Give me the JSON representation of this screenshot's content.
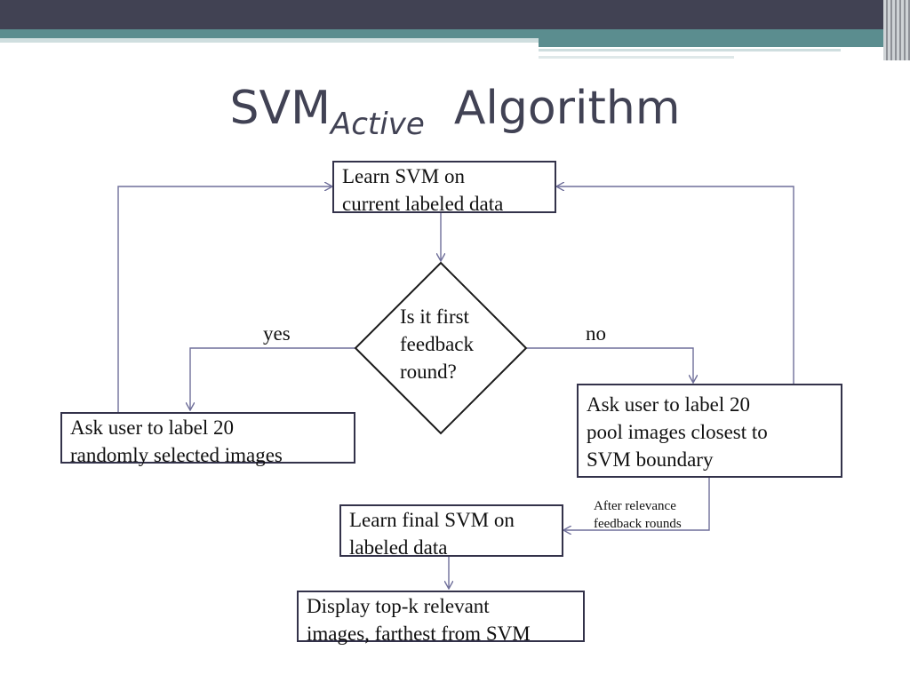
{
  "title": {
    "main": "SVM",
    "subscript": "Active",
    "rest": "Algorithm"
  },
  "nodes": {
    "learn_svm": {
      "line1": "Learn SVM on",
      "line2": "current labeled data"
    },
    "decision": {
      "line1": "Is it first",
      "line2": "feedback",
      "line3": "round?"
    },
    "random_label": {
      "line1": "Ask user to label 20",
      "line2": "randomly selected images"
    },
    "pool_label": {
      "line1": "Ask user to label 20",
      "line2": "pool images closest to",
      "line3": "SVM boundary"
    },
    "final_svm": {
      "line1": "Learn final SVM on",
      "line2": "labeled data"
    },
    "display": {
      "line1": "Display top-k relevant",
      "line2": "images, farthest from SVM"
    }
  },
  "edges": {
    "yes_label": "yes",
    "no_label": "no",
    "after_line1": "After relevance",
    "after_line2": "feedback rounds"
  },
  "colors": {
    "header_dark": "#414253",
    "header_teal": "#5b8d8f",
    "header_light": "#cfdedf",
    "title": "#414254",
    "box_border": "#33324a",
    "connector": "#6f6f9a"
  }
}
